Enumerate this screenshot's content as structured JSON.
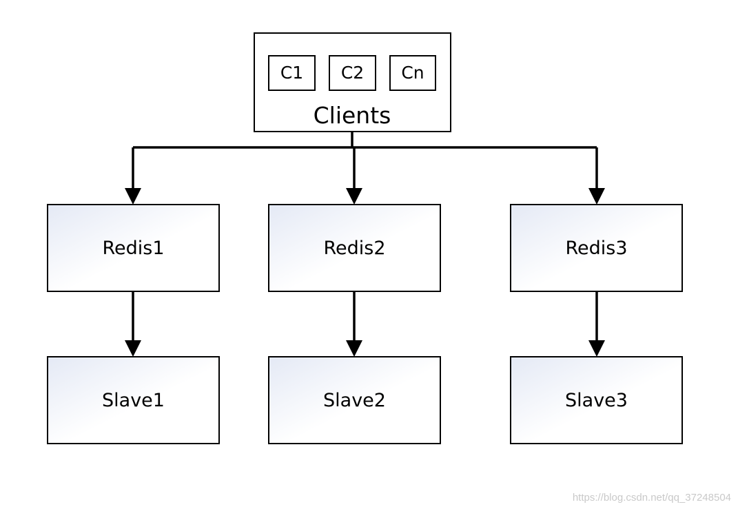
{
  "clients": {
    "title": "Clients",
    "items": [
      "C1",
      "C2",
      "Cn"
    ]
  },
  "masters": [
    {
      "label": "Redis1"
    },
    {
      "label": "Redis2"
    },
    {
      "label": "Redis3"
    }
  ],
  "slaves": [
    {
      "label": "Slave1"
    },
    {
      "label": "Slave2"
    },
    {
      "label": "Slave3"
    }
  ],
  "watermark": "https://blog.csdn.net/qq_37248504",
  "colors": {
    "box_fill_start": "#e4e9f5",
    "box_fill_end": "#ffffff",
    "stroke": "#000000"
  }
}
